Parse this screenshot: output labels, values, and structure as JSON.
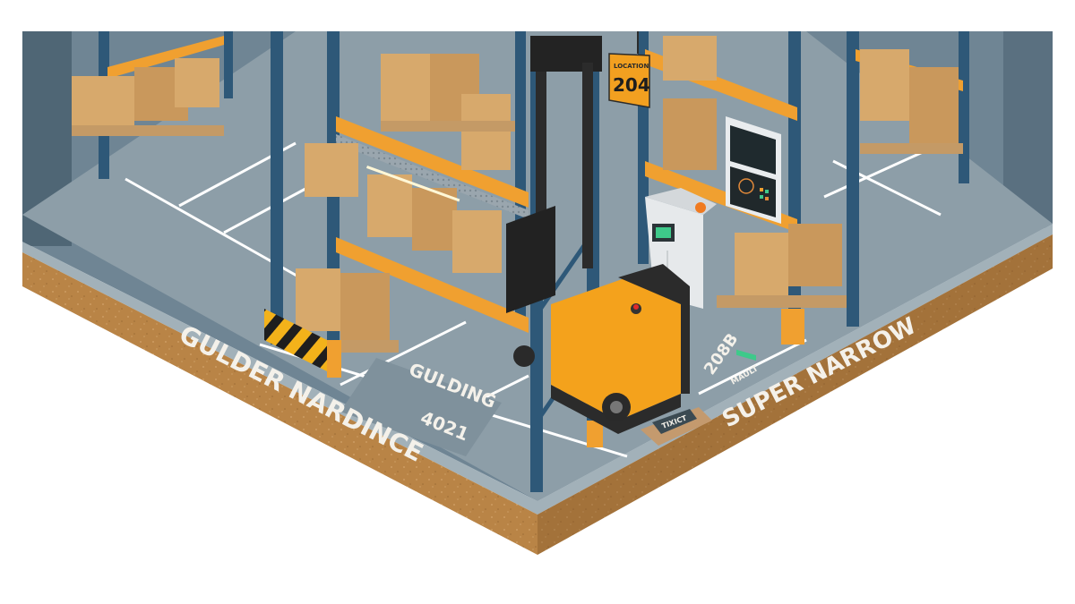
{
  "scene": {
    "type": "isometric warehouse illustration",
    "colors": {
      "background": "#ffffff",
      "floor": "#8d9ea8",
      "floor_light": "#a9b7be",
      "wall": "#5f7585",
      "soil_side": "#b98446",
      "rack_upright": "#2e5878",
      "rack_beam": "#f0a030",
      "box": "#d7a96c",
      "box_shade": "#b98a52",
      "forklift_body": "#f4a21c",
      "forklift_dark": "#2b2b2b",
      "lane_line": "#ffffff",
      "hazard_yellow": "#f3b21a",
      "hazard_black": "#1e1e1e"
    }
  },
  "labels": {
    "left_edge": "GULDER NARDINCE",
    "right_edge": "SUPER NARROW",
    "aisle_floor_title": "GULDING",
    "aisle_floor_number": "4021",
    "hanging_sign_top": "LOCATION",
    "hanging_sign_number": "204",
    "right_floor_code": "208B",
    "right_floor_sub": "MAULT",
    "dock_plate": "TIXICT"
  },
  "objects": {
    "forklift": "reach-truck-forklift",
    "kiosk": "control-kiosk",
    "wall_panel": "wall-control-panel",
    "hazard_barrier": "hazard-striped-barrier"
  }
}
